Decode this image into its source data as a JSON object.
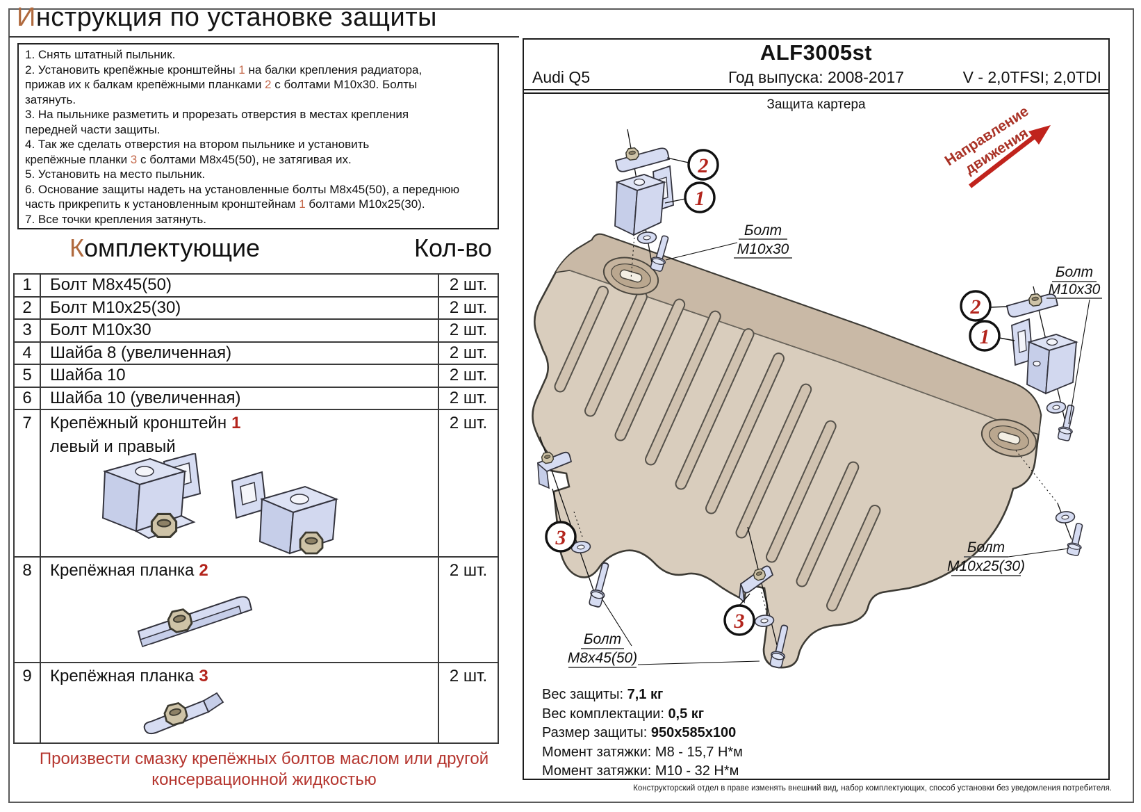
{
  "left": {
    "title": {
      "lead": "И",
      "rest": "нструкция по установке защиты"
    },
    "instruction_lines": [
      [
        {
          "t": "1. Снять штатный пыльник."
        }
      ],
      [
        {
          "t": "2. Установить крепёжные кронштейны "
        },
        {
          "t": "1",
          "red": true
        },
        {
          "t": " на балки крепления радиатора,"
        }
      ],
      [
        {
          "t": "прижав их к балкам крепёжными планками "
        },
        {
          "t": "2",
          "red": true
        },
        {
          "t": " с болтами М10х30. Болты"
        }
      ],
      [
        {
          "t": "затянуть."
        }
      ],
      [
        {
          "t": "3. На пыльнике разметить и прорезать отверстия в местах крепления"
        }
      ],
      [
        {
          "t": "передней части защиты."
        }
      ],
      [
        {
          "t": "4. Так же сделать отверстия на втором пыльнике и установить"
        }
      ],
      [
        {
          "t": "крепёжные планки "
        },
        {
          "t": "3",
          "red": true
        },
        {
          "t": " с болтами М8х45(50), не затягивая их."
        }
      ],
      [
        {
          "t": "5. Установить на место пыльник."
        }
      ],
      [
        {
          "t": "6. Основание защиты надеть на установленные болты М8х45(50), а переднюю"
        }
      ],
      [
        {
          "t": "часть прикрепить к установленным кронштейнам "
        },
        {
          "t": "1",
          "red": true
        },
        {
          "t": " болтами М10х25(30)."
        }
      ],
      [
        {
          "t": "7. Все точки крепления затянуть."
        }
      ]
    ],
    "components_header": {
      "lead": "К",
      "rest": "омплектующие",
      "qty": "Кол-во"
    },
    "table": {
      "rows": [
        {
          "n": "1",
          "name": "Болт М8х45(50)",
          "qty": "2 шт."
        },
        {
          "n": "2",
          "name": "Болт М10х25(30)",
          "qty": "2 шт."
        },
        {
          "n": "3",
          "name": "Болт М10х30",
          "qty": "2 шт."
        },
        {
          "n": "4",
          "name": "Шайба 8 (увеличенная)",
          "qty": "2 шт."
        },
        {
          "n": "5",
          "name": "Шайба 10",
          "qty": "2 шт."
        },
        {
          "n": "6",
          "name": "Шайба 10 (увеличенная)",
          "qty": "2 шт."
        },
        {
          "n": "7",
          "name": "Крепёжный кронштейн",
          "red": "1",
          "name2": "левый и правый",
          "qty": "2 шт."
        },
        {
          "n": "8",
          "name": "Крепёжная планка",
          "red": "2",
          "qty": "2 шт."
        },
        {
          "n": "9",
          "name": "Крепёжная планка",
          "red": "3",
          "qty": "2 шт."
        }
      ]
    },
    "note": {
      "line1": "Произвести смазку крепёжных болтов маслом или другой",
      "line2": "консервационной жидкостью"
    }
  },
  "panel": {
    "part_no": "ALF3005st",
    "car": "Audi Q5",
    "years": "Год выпуска: 2008-2017",
    "engine": "V - 2,0TFSI; 2,0TDI",
    "subtitle": "Защита картера",
    "direction": {
      "line1": "Направление",
      "line2": "движения"
    },
    "callouts": {
      "one": "1",
      "two": "2",
      "three": "3"
    },
    "labels": {
      "bolt": "Болт",
      "m10x30": "М10х30",
      "m10x25": "М10х25(30)",
      "m8x45": "М8х45(50)"
    },
    "specs": [
      {
        "label": "Вес защиты: ",
        "value": "7,1 кг"
      },
      {
        "label": "Вес комплектации: ",
        "value": "0,5 кг"
      },
      {
        "label": "Размер защиты: ",
        "value": "950х585х100"
      },
      {
        "label": "Момент затяжки: ",
        "value": "М8 - 15,7 Н*м"
      },
      {
        "label": "Момент затяжки: ",
        "value": "М10 - 32 Н*м"
      }
    ],
    "disclaimer": "Конструкторский отдел в праве изменять внешний вид, набор комплектующих, способ установки без уведомления потребителя."
  },
  "colors": {
    "accent_orange": "#b06a3e",
    "red_number": "#b3241c",
    "red_note": "#b5362f",
    "plate": "#d9cdbd",
    "plate_band": "#c9b9a6",
    "hardware": "#d6dcf2"
  }
}
